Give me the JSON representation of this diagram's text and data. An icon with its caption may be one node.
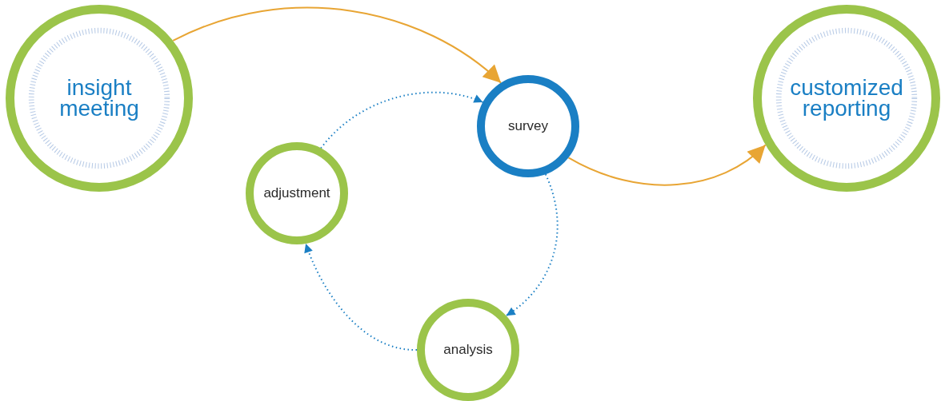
{
  "diagram": {
    "nodes": [
      {
        "text": [
          "insight meeting"
        ]
      },
      {
        "text": [
          "survey"
        ]
      },
      {
        "text": [
          "customized reporting"
        ]
      },
      {
        "text": [
          "adjustment"
        ]
      },
      {
        "text": [
          "analysis"
        ]
      }
    ],
    "edges": [
      {
        "from": 0,
        "to": 1,
        "arrow": "to",
        "color": "#e8a534"
      },
      {
        "from": 1,
        "to": 2,
        "arrow": "to",
        "color": "#e8a534"
      },
      {
        "from": 1,
        "to": 4,
        "arrow": "to",
        "style": "dashed"
      },
      {
        "from": 4,
        "to": 3,
        "arrow": "to",
        "style": "dashed"
      },
      {
        "from": 3,
        "to": 1,
        "arrow": "to",
        "style": "dashed"
      }
    ]
  }
}
